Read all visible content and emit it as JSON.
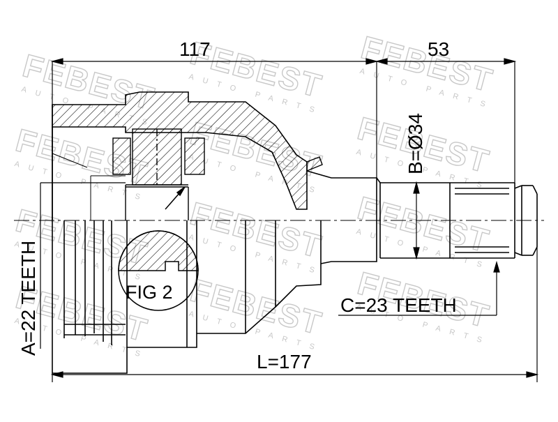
{
  "watermark": {
    "brand": "FEBEST",
    "tagline": "AUTO PARTS"
  },
  "dimensions": {
    "overall_housing_length": "117",
    "spline_length": "53",
    "total_length": "L=177",
    "shaft_diameter": "B=Ø34",
    "inner_spline_teeth": "A=22 TEETH",
    "outer_spline_teeth": "C=23 TEETH"
  },
  "figure_label": "FIG 2",
  "colors": {
    "line": "#000000",
    "watermark": "#c8c8c8",
    "background": "#ffffff"
  }
}
